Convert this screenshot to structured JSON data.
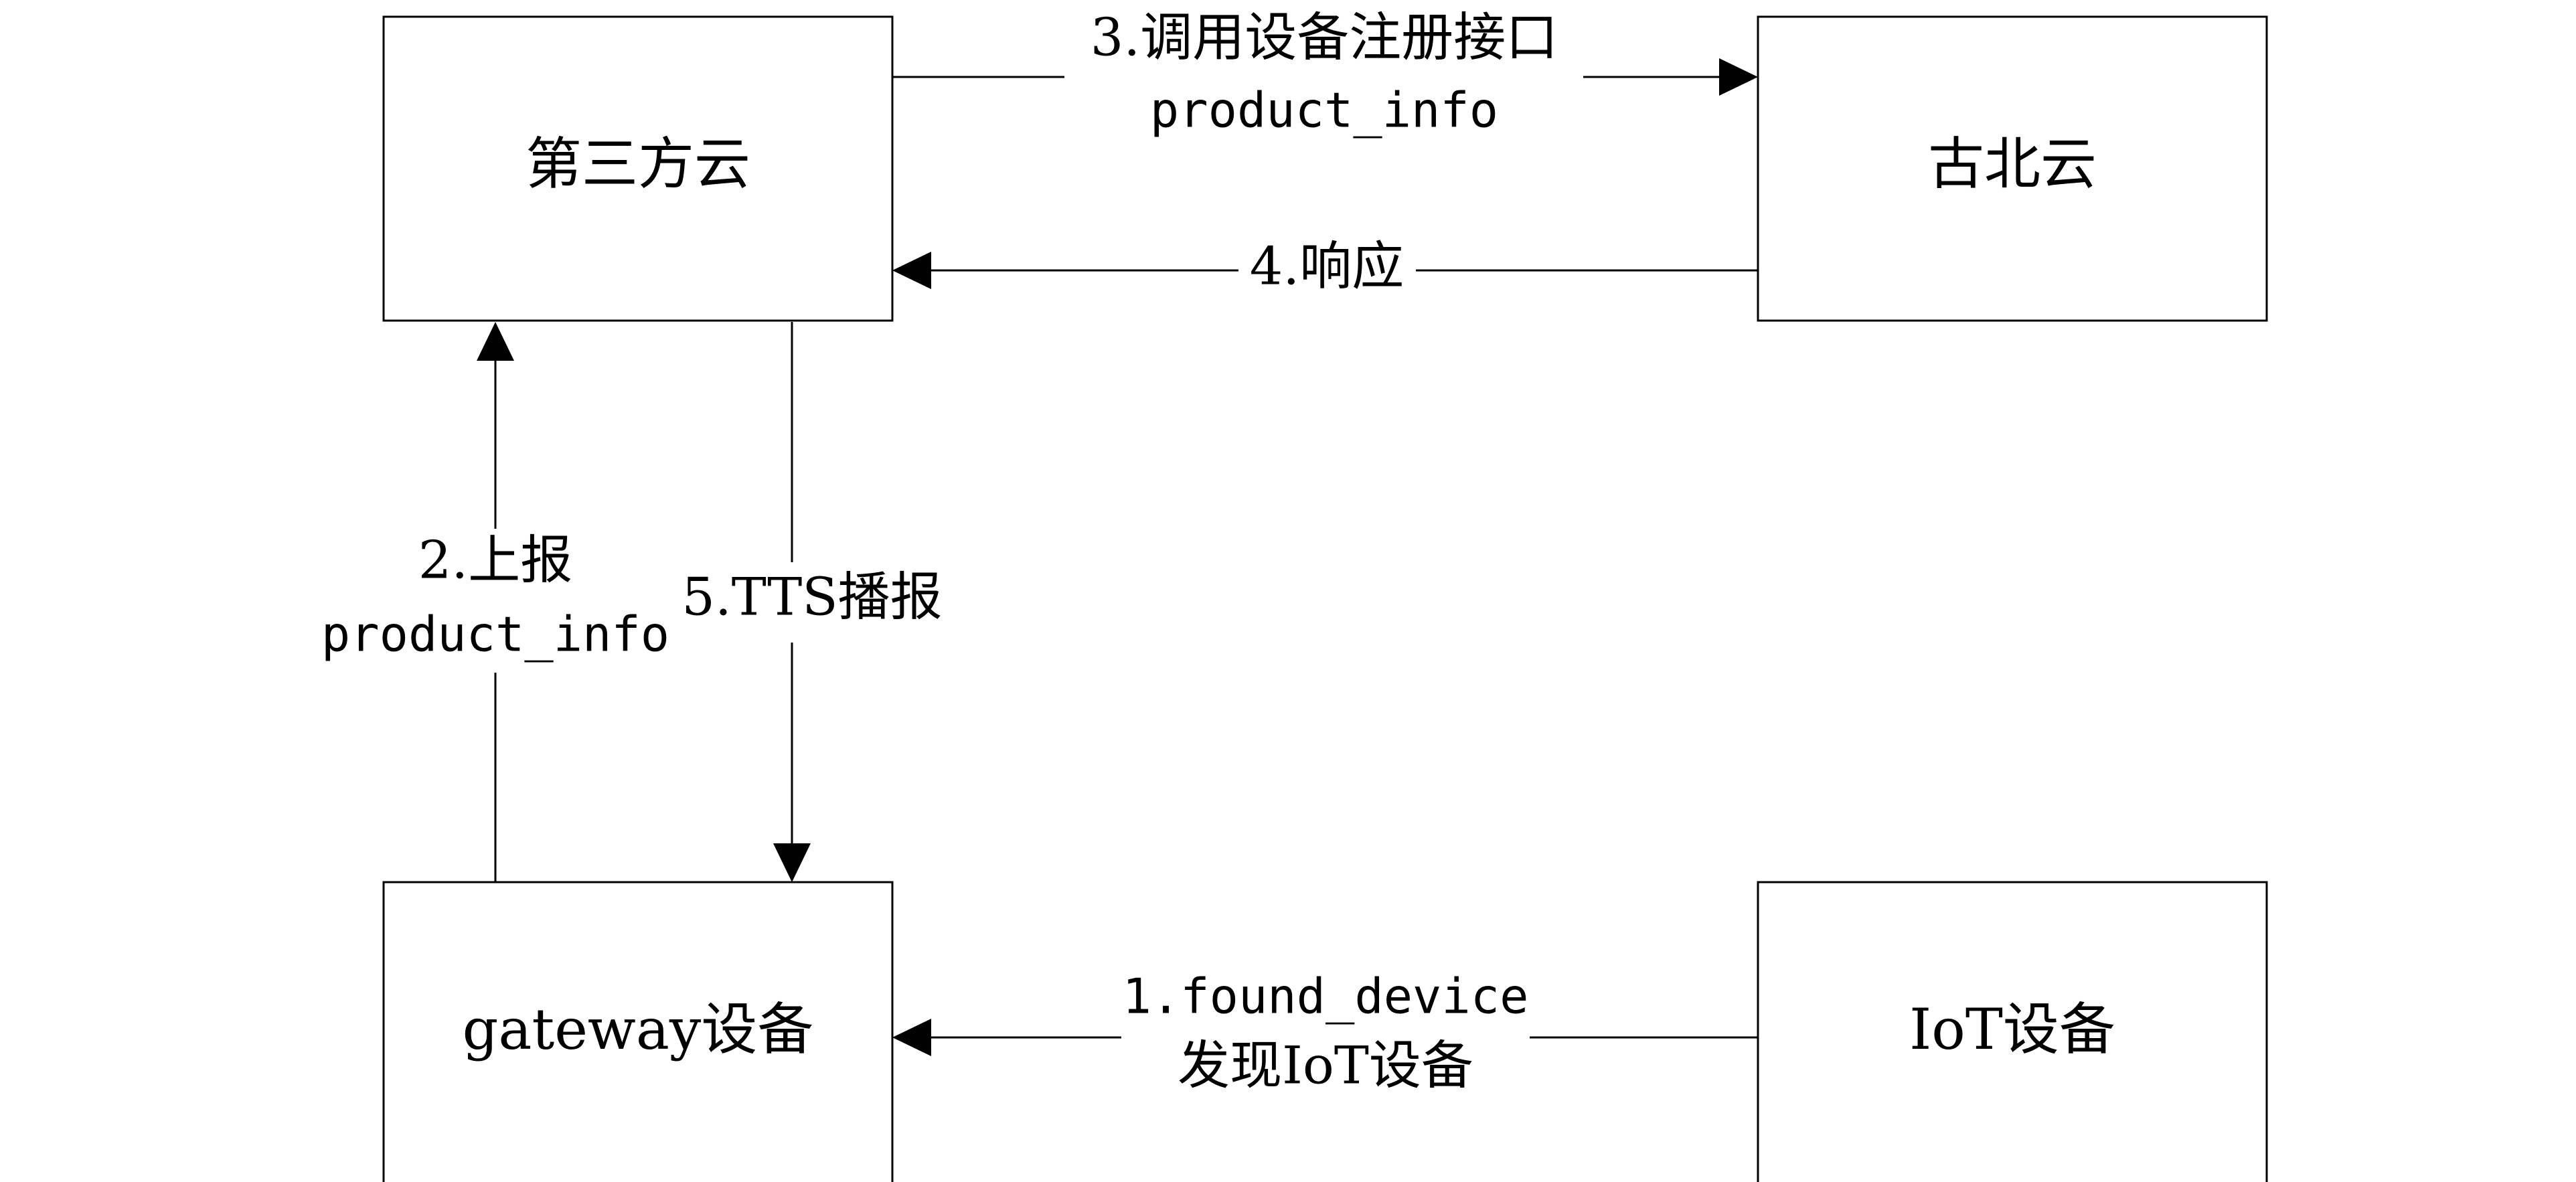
{
  "nodes": {
    "third_party_cloud": "第三方云",
    "gubei_cloud": "古北云",
    "gateway_device": "gateway设备",
    "iot_device": "IoT设备"
  },
  "edges": {
    "step1": {
      "line1": "1.found_device",
      "line2": "发现IoT设备"
    },
    "step2": {
      "line1": "2.上报",
      "line2": "product_info"
    },
    "step3": {
      "line1": "3.调用设备注册接口",
      "line2": "product_info"
    },
    "step4": {
      "line1": "4.响应"
    },
    "step5": {
      "line1": "5.TTS播报"
    }
  }
}
